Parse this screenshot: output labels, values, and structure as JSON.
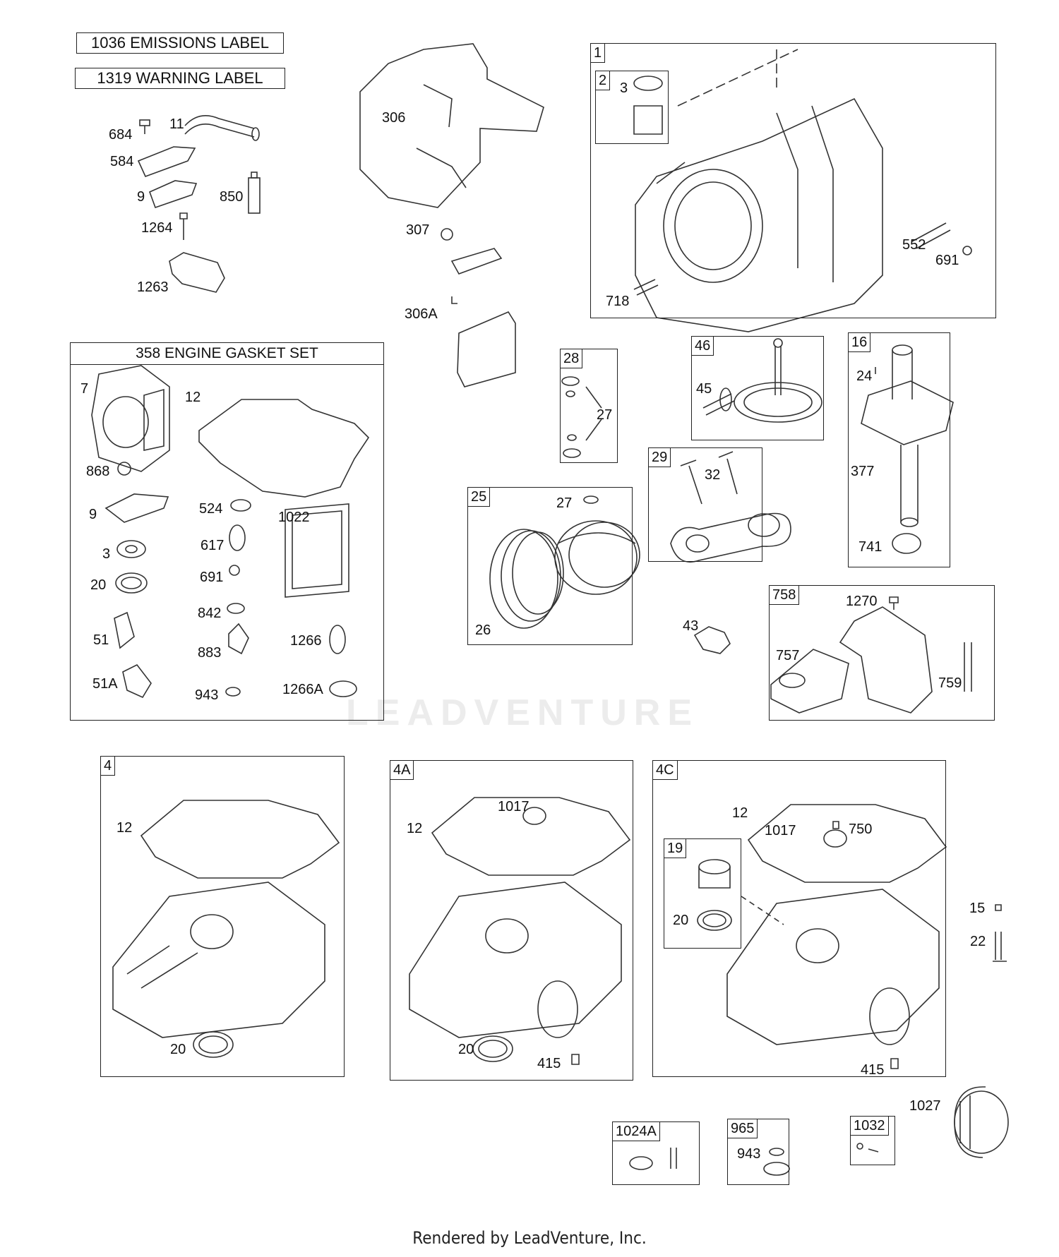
{
  "labels": {
    "emissions": "1036 EMISSIONS LABEL",
    "warning": "1319 WARNING LABEL"
  },
  "gasket_set": {
    "title": "358  ENGINE GASKET SET"
  },
  "frames": {
    "f1": "1",
    "f2": "2",
    "f46": "46",
    "f16": "16",
    "f28": "28",
    "f29": "29",
    "f25": "25",
    "f758": "758",
    "f4": "4",
    "f4A": "4A",
    "f4C": "4C",
    "f19": "19",
    "f1024A": "1024A",
    "f965": "965",
    "f1032": "1032"
  },
  "parts": {
    "p684": "684",
    "p11": "11",
    "p584": "584",
    "p9a": "9",
    "p850": "850",
    "p1264": "1264",
    "p1263": "1263",
    "p306": "306",
    "p307": "307",
    "p306A": "306A",
    "p3a": "3",
    "p552": "552",
    "p691a": "691",
    "p718": "718",
    "p7": "7",
    "p12a": "12",
    "p868": "868",
    "p9b": "9",
    "p524": "524",
    "p1022": "1022",
    "p3b": "3",
    "p617": "617",
    "p691b": "691",
    "p20a": "20",
    "p842": "842",
    "p51": "51",
    "p883": "883",
    "p1266": "1266",
    "p51A": "51A",
    "p943a": "943",
    "p1266A": "1266A",
    "p27a": "27",
    "p45": "45",
    "p24": "24",
    "p32": "32",
    "p377": "377",
    "p741": "741",
    "p27b": "27",
    "p26": "26",
    "p43": "43",
    "p1270": "1270",
    "p757": "757",
    "p759": "759",
    "p12b": "12",
    "p20b": "20",
    "p1017a": "1017",
    "p12c": "12",
    "p20c": "20",
    "p415a": "415",
    "p12d": "12",
    "p1017b": "1017",
    "p750": "750",
    "p20d": "20",
    "p415b": "415",
    "p15": "15",
    "p22": "22",
    "p1027": "1027",
    "p943b": "943"
  },
  "watermark": "LEADVENTURE",
  "footer": "Rendered by LeadVenture, Inc."
}
